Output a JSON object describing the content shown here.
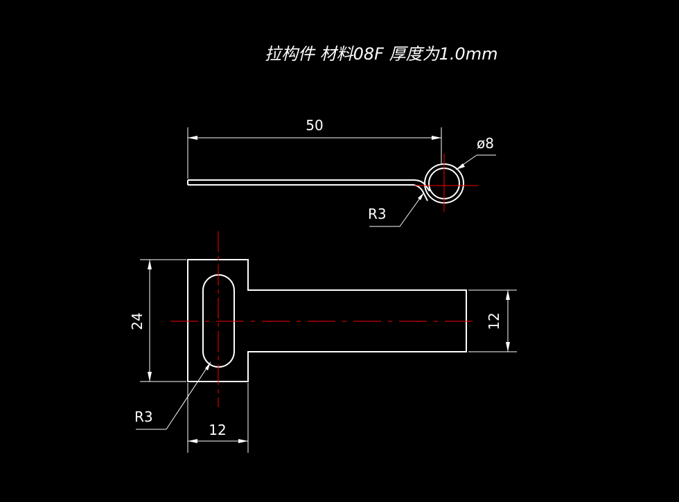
{
  "title": "拉构件  材料08F 厚度为1.0mm",
  "dimensions": {
    "side_length": "50",
    "side_diameter": "ø8",
    "side_radius": "R3",
    "height": "24",
    "width_tab": "12",
    "width_body": "12",
    "slot_radius": "R3"
  },
  "colors": {
    "background": "#000000",
    "outline": "#ffffff",
    "centerline": "#ff0000"
  }
}
